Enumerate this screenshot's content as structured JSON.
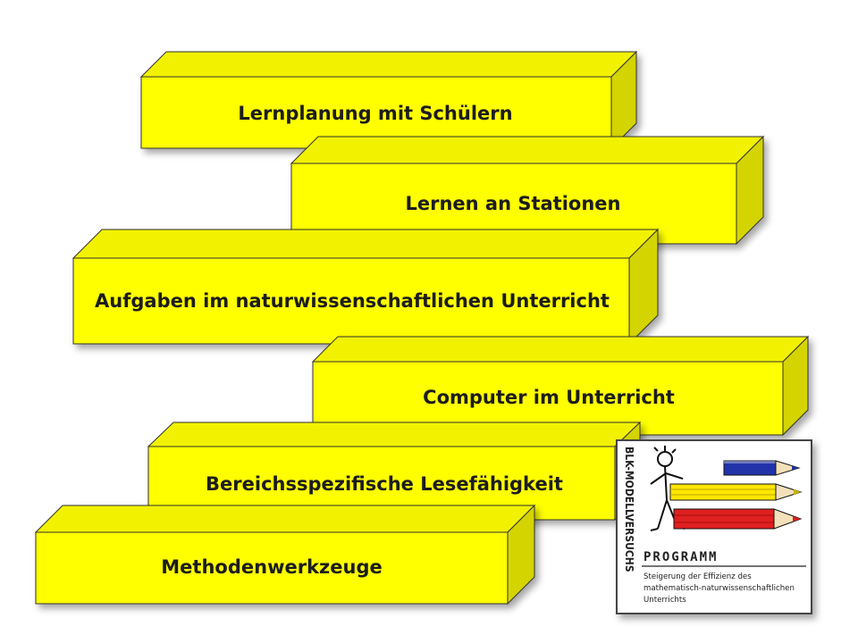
{
  "blocks": [
    {
      "label": "Lernplanung mit Schülern"
    },
    {
      "label": "Lernen an Stationen"
    },
    {
      "label": "Aufgaben im naturwissenschaftlichen Unterricht"
    },
    {
      "label": "Computer im Unterricht"
    },
    {
      "label": "Bereichsspezifische Lesefähigkeit"
    },
    {
      "label": "Methodenwerkzeuge"
    }
  ],
  "logo": {
    "vertical_text": "BLK-MODELLVERSUCHS",
    "program": "PROGRAMM",
    "lines": [
      "Steigerung der Effizienz des",
      "mathematisch-naturwissenschaftlichen",
      "Unterrichts"
    ]
  },
  "colors": {
    "block_front": "#ffff00",
    "block_top": "#f2f200",
    "block_side": "#d4d400",
    "outline": "#333333",
    "pencil_blue": "#2233aa",
    "pencil_yellow": "#ffe600",
    "pencil_red": "#e02020"
  }
}
